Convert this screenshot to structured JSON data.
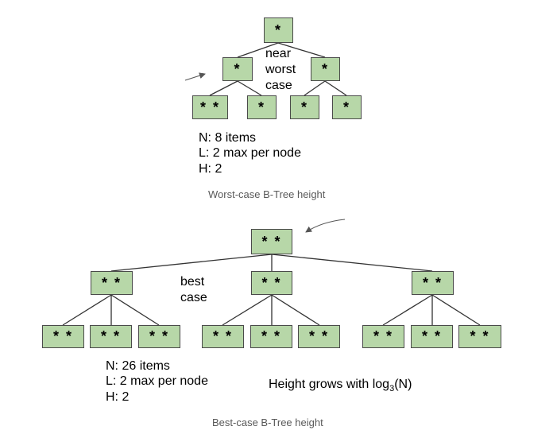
{
  "worst": {
    "root": "*",
    "left": "*",
    "right": "*",
    "leaves": [
      "* *",
      "*",
      "*",
      "*"
    ],
    "annotation": [
      "near",
      "worst",
      "case"
    ],
    "stats": [
      "N: 8 items",
      "L: 2 max per node",
      "H: 2"
    ],
    "caption": "Worst-case B-Tree height"
  },
  "best": {
    "root": "* *",
    "children": [
      "* *",
      "* *",
      "* *"
    ],
    "leaves": [
      "* *",
      "* *",
      "* *",
      "* *",
      "* *",
      "* *",
      "* *",
      "* *",
      "* *"
    ],
    "annotation": [
      "best",
      "case"
    ],
    "stats": [
      "N: 26 items",
      "L: 2 max per node",
      "H: 2"
    ],
    "growth_prefix": "Height grows with log",
    "growth_sub": "3",
    "growth_suffix": "(N)",
    "caption": "Best-case B-Tree height"
  },
  "colors": {
    "node_fill": "#b7d7a8",
    "node_border": "#4a4a4a",
    "edge": "#333333",
    "caption": "#595959"
  }
}
